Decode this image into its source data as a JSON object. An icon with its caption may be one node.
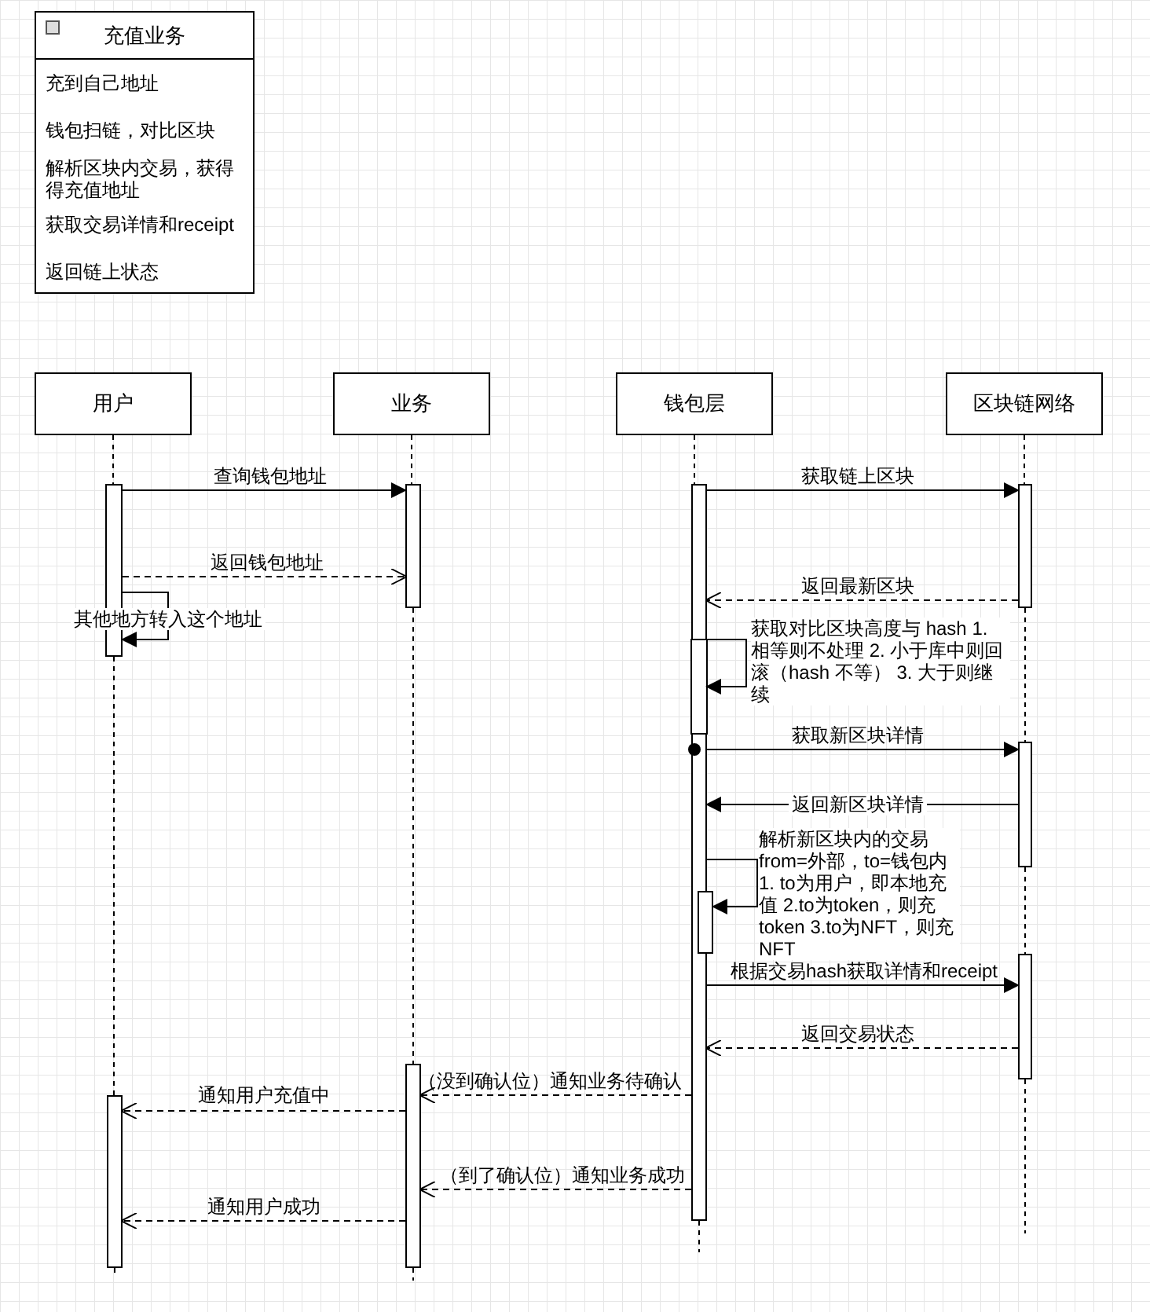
{
  "diagram": {
    "nodes": [
      {
        "text": [
          "充值业务",
          "充到自己地址",
          "钱包扫链，对比区块",
          "解析区块内交易，获得得充值地址",
          "获取交易详情和receipt",
          "返回链上状态"
        ]
      },
      {
        "text": [
          "用户"
        ]
      },
      {
        "text": [
          "业务"
        ]
      },
      {
        "text": [
          "钱包层"
        ]
      },
      {
        "text": [
          "区块链网络"
        ]
      },
      {
        "text": [],
        "shape": "bar"
      },
      {
        "text": [],
        "shape": "bar"
      },
      {
        "text": [],
        "shape": "bar"
      },
      {
        "text": [],
        "shape": "bar"
      },
      {
        "text": [],
        "shape": "bar"
      },
      {
        "text": [],
        "shape": "bar"
      },
      {
        "text": [],
        "shape": "bar"
      },
      {
        "text": [],
        "shape": "bar"
      },
      {
        "text": [],
        "shape": "bar"
      }
    ],
    "edges": [
      {
        "from": 5,
        "to": 6,
        "arrow": "to",
        "label": "查询钱包地址"
      },
      {
        "from": 5,
        "to": 6,
        "arrow": "to",
        "label": "返回钱包地址",
        "style": "dashed"
      },
      {
        "from": 5,
        "to": 5,
        "arrow": "to",
        "label": "其他地方转入这个地址"
      },
      {
        "from": 7,
        "to": 8,
        "arrow": "to",
        "label": "获取链上区块"
      },
      {
        "from": 8,
        "to": 7,
        "arrow": "to",
        "label": "返回最新区块",
        "style": "dashed"
      },
      {
        "from": 7,
        "to": 7,
        "arrow": "to",
        "label": "获取对比区块高度与 hash 1. 相等则不处理 2. 小于库中则回滚（hash 不等） 3. 大于则继续"
      },
      {
        "from": 7,
        "to": 9,
        "arrow": "to",
        "label": "获取新区块详情"
      },
      {
        "from": 9,
        "to": 7,
        "arrow": "to",
        "label": "返回新区块详情"
      },
      {
        "from": 7,
        "to": 10,
        "arrow": "to",
        "label": "解析新区块内的交易 from=外部，to=钱包内 1. to为用户，即本地充值 2.to为token，则充token 3.to为NFT，则充NFT"
      },
      {
        "from": 7,
        "to": 11,
        "arrow": "to",
        "label": "根据交易hash获取详情和receipt"
      },
      {
        "from": 11,
        "to": 7,
        "arrow": "to",
        "label": "返回交易状态",
        "style": "dashed"
      },
      {
        "from": 7,
        "to": 12,
        "arrow": "to",
        "label": "（没到确认位）通知业务待确认",
        "style": "dashed"
      },
      {
        "from": 12,
        "to": 13,
        "arrow": "to",
        "label": "通知用户充值中",
        "style": "dashed"
      },
      {
        "from": 7,
        "to": 12,
        "arrow": "to",
        "label": "（到了确认位）通知业务成功",
        "style": "dashed"
      },
      {
        "from": 12,
        "to": 13,
        "arrow": "to",
        "label": "通知用户成功",
        "style": "dashed"
      },
      {
        "from": 1,
        "to": 5,
        "arrow": "none",
        "style": "dashed"
      },
      {
        "from": 5,
        "to": 13,
        "arrow": "none",
        "style": "dashed"
      },
      {
        "from": 2,
        "to": 6,
        "arrow": "none",
        "style": "dashed"
      },
      {
        "from": 6,
        "to": 12,
        "arrow": "none",
        "style": "dashed"
      },
      {
        "from": 3,
        "to": 7,
        "arrow": "none",
        "style": "dashed"
      },
      {
        "from": 4,
        "to": 8,
        "arrow": "none",
        "style": "dashed"
      },
      {
        "from": 8,
        "to": 9,
        "arrow": "none",
        "style": "dashed"
      },
      {
        "from": 9,
        "to": 11,
        "arrow": "none",
        "style": "dashed"
      }
    ]
  }
}
